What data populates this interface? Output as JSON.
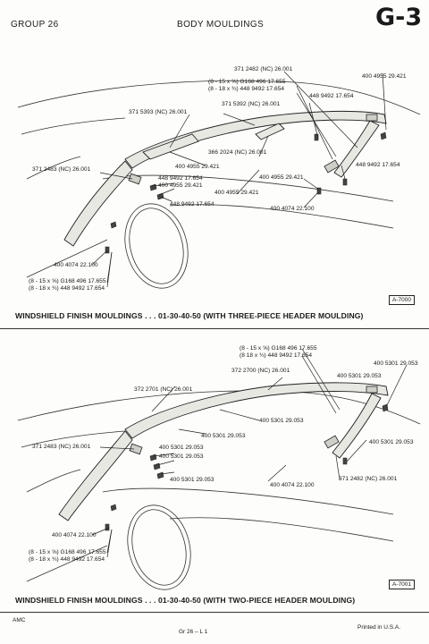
{
  "header": {
    "group": "GROUP 26",
    "title": "BODY MOULDINGS",
    "page": "G-3"
  },
  "fig1": {
    "labels": {
      "a": "371 2482 (NC)  26.001",
      "b1": "(8 - 15 x ⅝)  G168 496  17.655",
      "b2": "(8 - 18 x ¾)  448 9492  17.654",
      "c": "371 5392 (NC)  26.001",
      "d": "371 5393 (NC)  26.001",
      "e": "400 4955  29.421",
      "f": "448 9492  17.654",
      "g": "366 2024 (NC)  26.001",
      "h": "400 4955  29.421",
      "i": "371 2483 (NC)  26.001",
      "j": "448 9492  17.654",
      "k": "400 4955  29.421",
      "l": "400 4955  29.421",
      "m": "448 9492  17.654",
      "n": "400 4955  29.421",
      "o": "448 9492  17.654",
      "p": "400 4074  22.100",
      "q": "400 4074  22.100",
      "r1": "(8 - 15 x ⅝)  G168 496  17.655",
      "r2": "(8 - 18 x ¾)  448 9492  17.654"
    },
    "ref": "A-7000",
    "caption": "WINDSHIELD FINISH MOULDINGS . . . 01-30-40-50 (WITH THREE-PIECE HEADER MOULDING)"
  },
  "fig2": {
    "labels": {
      "a1": "(8 - 15 x ⅝)  G168 496  17.655",
      "a2": "(8  18 x ¾)  448 9492  17.654",
      "b": "400 5301  29.053",
      "c": "372 2701 (NC)  26.001",
      "d": "372 2700 (NC)  26.001",
      "e": "400 5301  29.053",
      "f": "400 5301  29.053",
      "g": "400 5301  29.053",
      "h": "371 2483 (NC)  26.001",
      "i": "400 5301  29.053",
      "j": "400 5301  29.053",
      "k": "400 5301  29.053",
      "l": "400 5301  29.053",
      "m": "400 4074  22.100",
      "n": "371 2482 (NC)  26.001",
      "o": "400 4074  22.100",
      "p1": "(8 - 15 x ⅝)  G168 496  17.655",
      "p2": "(8 - 18 x ¾)  448 9492  17.654"
    },
    "ref": "A-7001",
    "caption": "WINDSHIELD FINISH MOULDINGS . . . 01-30-40-50 (WITH TWO-PIECE HEADER MOULDING)"
  },
  "footer": {
    "left": "AMC",
    "center": "Gr  26  –  L  1",
    "right": "Printed  in  U.S.A."
  }
}
